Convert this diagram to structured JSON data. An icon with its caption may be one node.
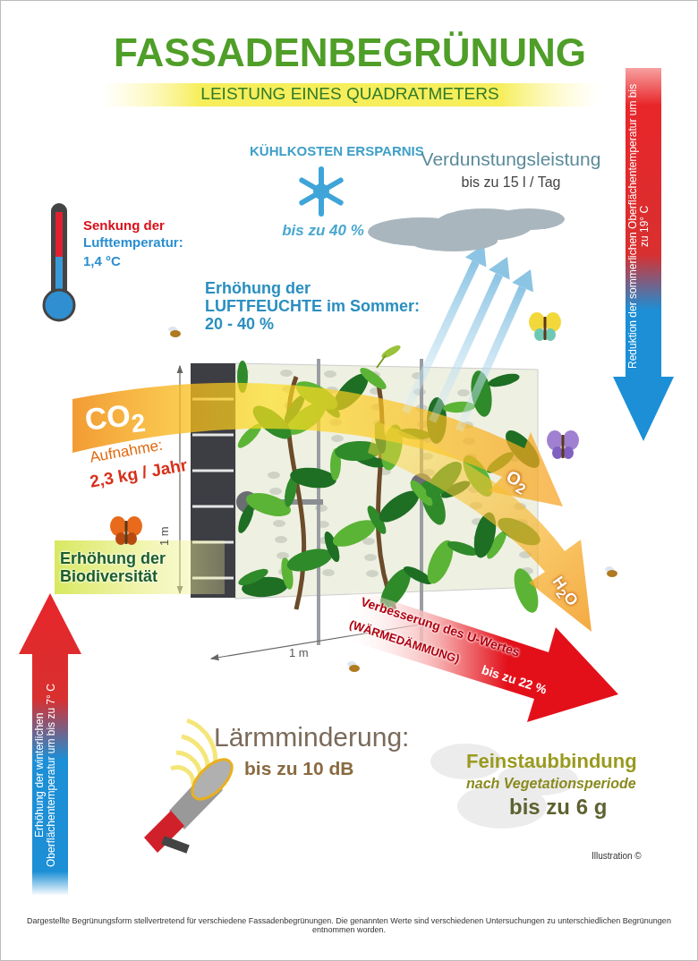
{
  "diagram": {
    "title": "FASSADENBEGRÜNUNG",
    "caption": "Dargestellte Begrünungsform stellvertretend für verschiedene Fassadenbegrünungen. Die genannten Werte sind verschiedenen Untersuchungen zu unterschiedlichen Begrünungen entnommen worden.",
    "labels": [
      "LEISTUNG EINES QUADRATMETERS",
      "KÜHLKOSTEN ERSPARNIS",
      "bis zu 40 %",
      "Verdunstungsleistung",
      "bis zu 15 l / Tag",
      "Reduktion der sommerlichen Oberflächentemperatur um bis zu 19° C",
      "Senkung der",
      "Lufttemperatur:",
      "1,4 °C",
      "Erhöhung der LUFTFEUCHTE im Sommer: 20 - 40 %",
      "CO$_{2}$",
      "Aufnahme:",
      "2,3 kg / Jahr",
      "1 m",
      "O$_{2}$",
      "Erhöhung der Biodiversität",
      "H$_{2}$O",
      "Verbesserung des U-Wertes",
      "(WÄRMEDÄMMUNG)",
      "bis zu 22 %",
      "1 m",
      "Erhöhung der winterlichen Oberflächentemperatur um bis zu 7° C",
      "Lärmminderung:",
      "bis zu 10 dB",
      "Feinstaubbindung",
      "nach Vegetationsperiode",
      "bis zu 6 g",
      "Illustration ©"
    ]
  }
}
